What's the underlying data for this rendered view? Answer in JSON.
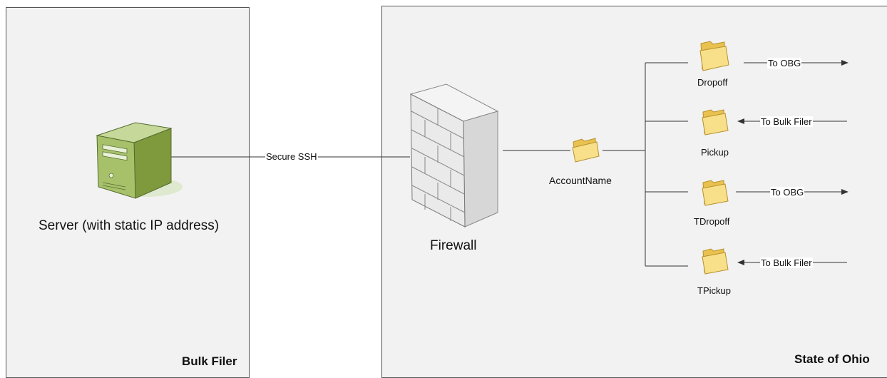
{
  "zones": {
    "bulk_filer": "Bulk Filer",
    "state_of_ohio": "State of Ohio"
  },
  "nodes": {
    "server": {
      "label": "Server (with static IP address)",
      "icon": "server-tower-icon"
    },
    "firewall": {
      "label": "Firewall",
      "icon": "brick-firewall-icon"
    },
    "account": {
      "label": "AccountName",
      "icon": "folder-icon"
    },
    "folders": [
      {
        "label": "Dropoff",
        "icon": "folder-icon"
      },
      {
        "label": "Pickup",
        "icon": "folder-icon"
      },
      {
        "label": "TDropoff",
        "icon": "folder-icon"
      },
      {
        "label": "TPickup",
        "icon": "folder-icon"
      }
    ]
  },
  "edges": {
    "server_to_firewall": "Secure SSH",
    "dropoff_flow": "To OBG",
    "pickup_flow": "To Bulk Filer",
    "tdropoff_flow": "To OBG",
    "tpickup_flow": "To Bulk Filer"
  },
  "colors": {
    "panel_fill": "#f2f2f2",
    "server_green": "#a7c16b",
    "folder_yellow": "#f5d66a"
  }
}
